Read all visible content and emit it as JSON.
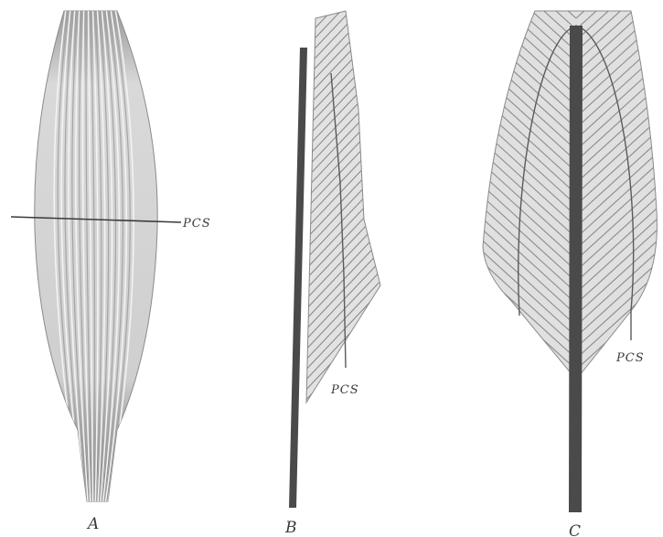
{
  "figure": {
    "panels": [
      {
        "id": "A",
        "label": "A",
        "pcs_label": "PCS"
      },
      {
        "id": "B",
        "label": "B",
        "pcs_label": "PCS"
      },
      {
        "id": "C",
        "label": "C",
        "pcs_label": "PCS"
      }
    ]
  },
  "colors": {
    "background": "#ffffff",
    "fibers": "#8a8a8a",
    "tendon": "#4a4a4a",
    "outline": "#6b6b6b",
    "text": "#3a3a3a"
  }
}
